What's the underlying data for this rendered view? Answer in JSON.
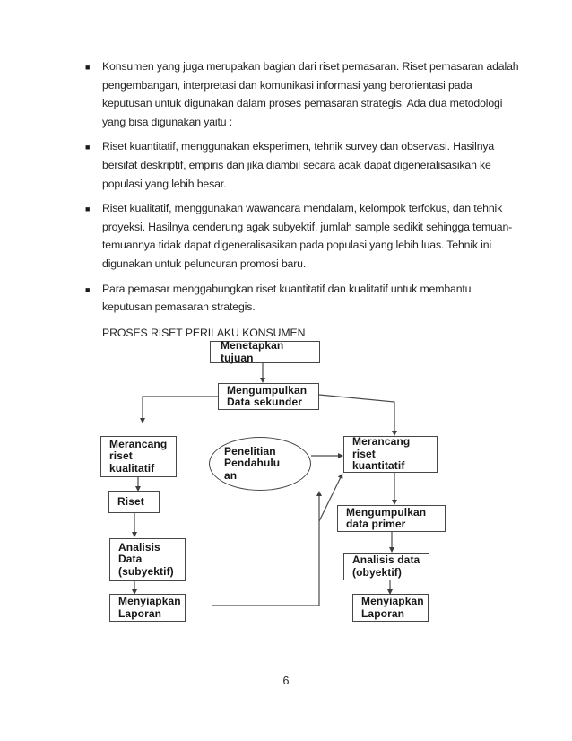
{
  "icons": {
    "bullet": "■"
  },
  "bullets": [
    {
      "text": "Konsumen yang juga merupakan bagian dari riset pemasaran. Riset pemasaran adalah\npengembangan, interpretasi dan komunikasi informasi yang berorientasi pada\nkeputusan untuk digunakan dalam proses pemasaran strategis. Ada dua metodologi\nyang bisa digunakan yaitu :"
    },
    {
      "text": "Riset kuantitatif, menggunakan eksperimen, tehnik survey dan observasi. Hasilnya\nbersifat deskriptif, empiris dan jika diambil secara acak dapat digeneralisasikan ke\npopulasi yang lebih besar."
    },
    {
      "text": "Riset kualitatif, menggunakan wawancara mendalam, kelompok terfokus, dan tehnik\nproyeksi. Hasilnya cenderung agak subyektif, jumlah sample sedikit sehingga temuan-\ntemuannya tidak dapat digeneralisasikan pada populasi yang lebih luas. Tehnik ini\ndigunakan untuk peluncuran promosi baru."
    },
    {
      "text": "Para pemasar menggabungkan riset kuantitatif dan kualitatif untuk membantu\nkeputusan pemasaran strategis."
    }
  ],
  "heading": "PROSES RISET PERILAKU KONSUMEN",
  "diagram": {
    "nodes": {
      "menetapkan_tujuan": "Menetapkan tujuan",
      "mengumpulkan_data_sekunder": "Mengumpulkan\nData sekunder",
      "merancang_riset_kualitatif": "Merancang\nriset\nkualitatif",
      "riset": "Riset",
      "analisis_data_subyektif": "Analisis\nData\n(subyektif)",
      "menyiapkan_laporan_kiri": "Menyiapkan\nLaporan",
      "penelitian_pendahuluan": "Penelitian\nPendahulu\nan",
      "merancang_riset_kuantitatif": "Merancang\nriset\nkuantitatif",
      "mengumpulkan_data_primer": "Mengumpulkan\ndata primer",
      "analisis_data_obyektif": "Analisis data\n(obyektif)",
      "menyiapkan_laporan_kanan": "Menyiapkan\nLaporan"
    },
    "colors": {
      "box_border": "#474747",
      "connector": "#4a4a4a",
      "text": "#161616"
    }
  },
  "page": {
    "number": "6"
  }
}
